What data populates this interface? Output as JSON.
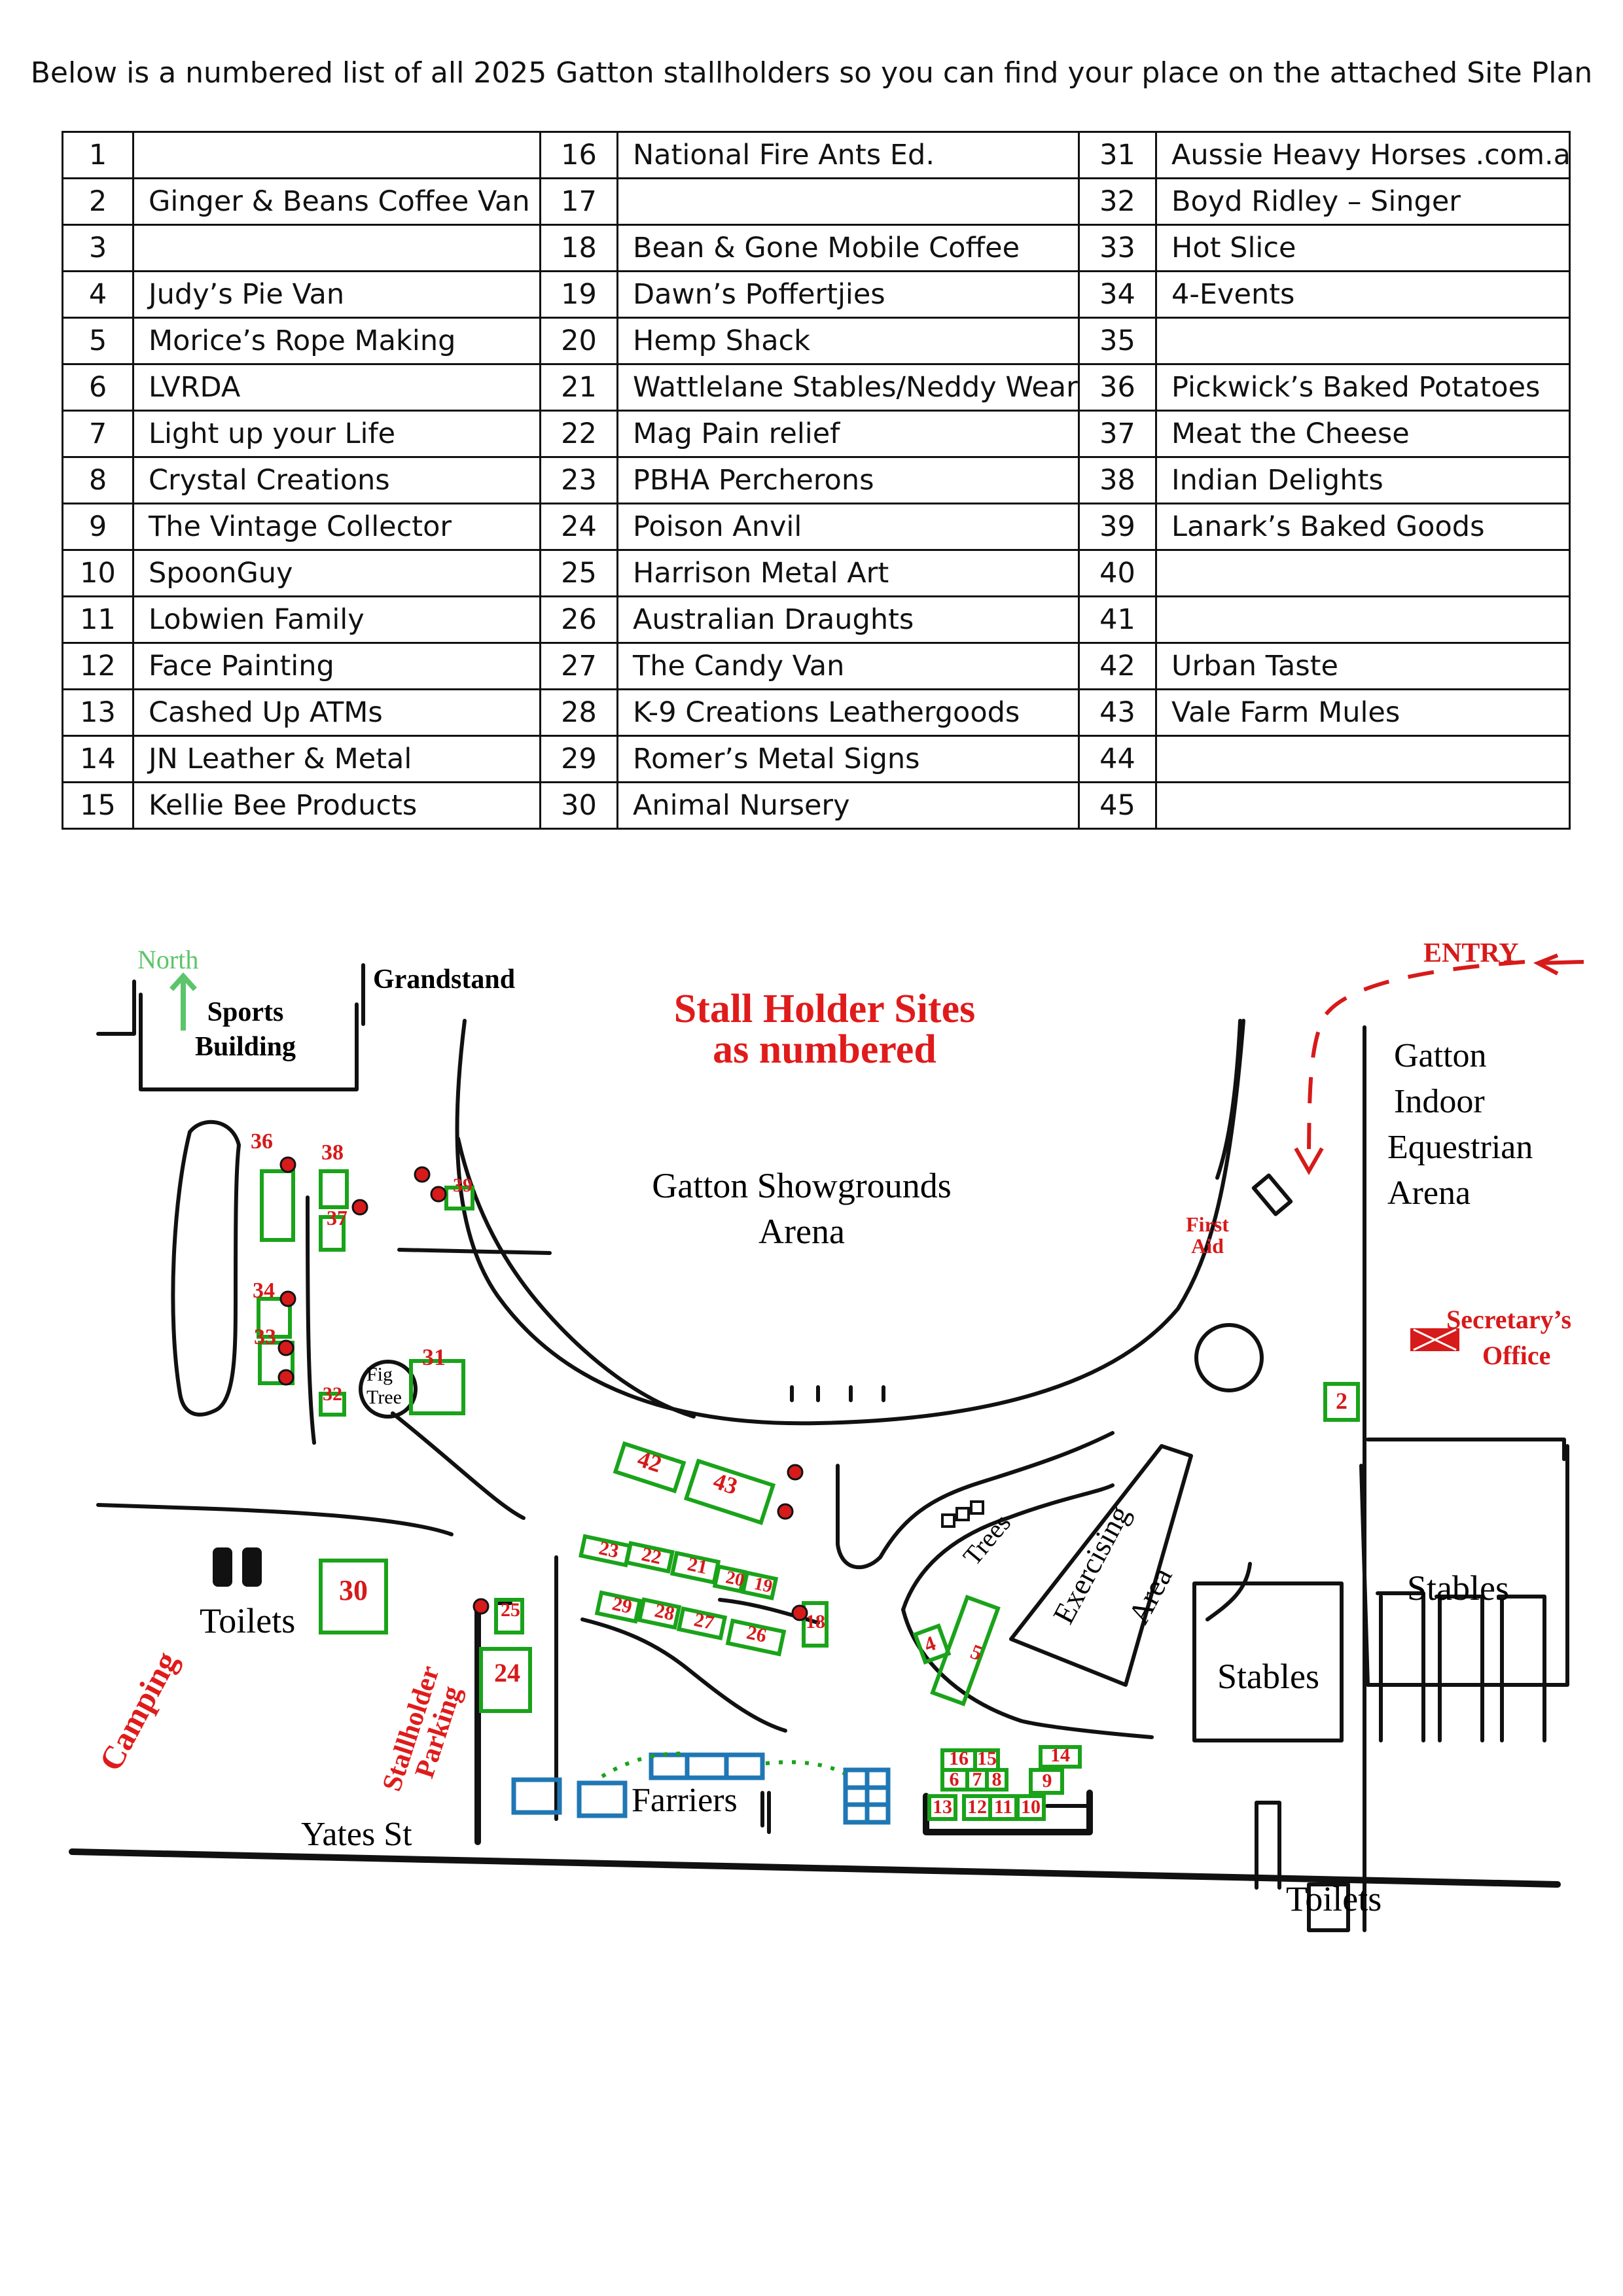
{
  "intro_text": "Below is a numbered list of all 2025 Gatton stallholders so you can find your place on the attached Site Plan",
  "stallholders": [
    {
      "n": "1",
      "name": ""
    },
    {
      "n": "2",
      "name": "Ginger & Beans Coffee Van"
    },
    {
      "n": "3",
      "name": ""
    },
    {
      "n": "4",
      "name": "Judy’s Pie Van"
    },
    {
      "n": "5",
      "name": "Morice’s Rope Making"
    },
    {
      "n": "6",
      "name": "LVRDA"
    },
    {
      "n": "7",
      "name": "Light up your Life"
    },
    {
      "n": "8",
      "name": "Crystal Creations"
    },
    {
      "n": "9",
      "name": "The Vintage Collector"
    },
    {
      "n": "10",
      "name": "SpoonGuy"
    },
    {
      "n": "11",
      "name": "Lobwien Family"
    },
    {
      "n": "12",
      "name": "Face Painting"
    },
    {
      "n": "13",
      "name": "Cashed Up ATMs"
    },
    {
      "n": "14",
      "name": "JN Leather & Metal"
    },
    {
      "n": "15",
      "name": "Kellie Bee Products"
    },
    {
      "n": "16",
      "name": "National Fire Ants Ed."
    },
    {
      "n": "17",
      "name": ""
    },
    {
      "n": "18",
      "name": "Bean & Gone Mobile Coffee"
    },
    {
      "n": "19",
      "name": "Dawn’s Poffertjies"
    },
    {
      "n": "20",
      "name": "Hemp Shack"
    },
    {
      "n": "21",
      "name": "Wattlelane Stables/Neddy Wear"
    },
    {
      "n": "22",
      "name": "Mag Pain relief"
    },
    {
      "n": "23",
      "name": "PBHA Percherons"
    },
    {
      "n": "24",
      "name": "Poison Anvil"
    },
    {
      "n": "25",
      "name": "Harrison Metal Art"
    },
    {
      "n": "26",
      "name": "Australian Draughts"
    },
    {
      "n": "27",
      "name": "The Candy Van"
    },
    {
      "n": "28",
      "name": "K-9 Creations Leathergoods"
    },
    {
      "n": "29",
      "name": "Romer’s Metal Signs"
    },
    {
      "n": "30",
      "name": "Animal Nursery"
    },
    {
      "n": "31",
      "name": "Aussie Heavy Horses .com.au"
    },
    {
      "n": "32",
      "name": "Boyd Ridley – Singer"
    },
    {
      "n": "33",
      "name": "Hot Slice"
    },
    {
      "n": "34",
      "name": "4-Events"
    },
    {
      "n": "35",
      "name": ""
    },
    {
      "n": "36",
      "name": "Pickwick’s Baked Potatoes"
    },
    {
      "n": "37",
      "name": "Meat the Cheese"
    },
    {
      "n": "38",
      "name": "Indian Delights"
    },
    {
      "n": "39",
      "name": "Lanark’s Baked Goods"
    },
    {
      "n": "40",
      "name": ""
    },
    {
      "n": "41",
      "name": ""
    },
    {
      "n": "42",
      "name": "Urban Taste"
    },
    {
      "n": "43",
      "name": "Vale Farm Mules"
    },
    {
      "n": "44",
      "name": ""
    },
    {
      "n": "45",
      "name": ""
    }
  ],
  "map": {
    "title_line1": "Stall Holder Sites",
    "title_line2": "as numbered",
    "north": "North",
    "entry": "ENTRY",
    "sports_line1": "Sports",
    "sports_line2": "Building",
    "grandstand": "Grandstand",
    "arena_line1": "Gatton Showgrounds",
    "arena_line2": "Arena",
    "indoor_line1": "Gatton",
    "indoor_line2": "Indoor",
    "indoor_line3": "Equestrian",
    "indoor_line4": "Arena",
    "first_aid_line1": "First",
    "first_aid_line2": "Aid",
    "secretary_line1": "Secretary’s",
    "secretary_line2": "Office",
    "fig_line1": "Fig",
    "fig_line2": "Tree",
    "trees": "Trees",
    "exercising_line1": "Exercising",
    "exercising_line2": "Area",
    "stables_left": "Stables",
    "stables_right": "Stables",
    "toilets_left": "Toilets",
    "toilets_right": "Toilets",
    "camping": "Camping",
    "parking_line1": "Stallholder",
    "parking_line2": "Parking",
    "farriers": "Farriers",
    "street": "Yates St",
    "colors": {
      "stall_border": "#1aa31a",
      "stall_number": "#d71a1a",
      "title": "#e01b1b",
      "north": "#5cc46a",
      "farrier_blue": "#1f77b4",
      "ink": "#111111"
    }
  }
}
